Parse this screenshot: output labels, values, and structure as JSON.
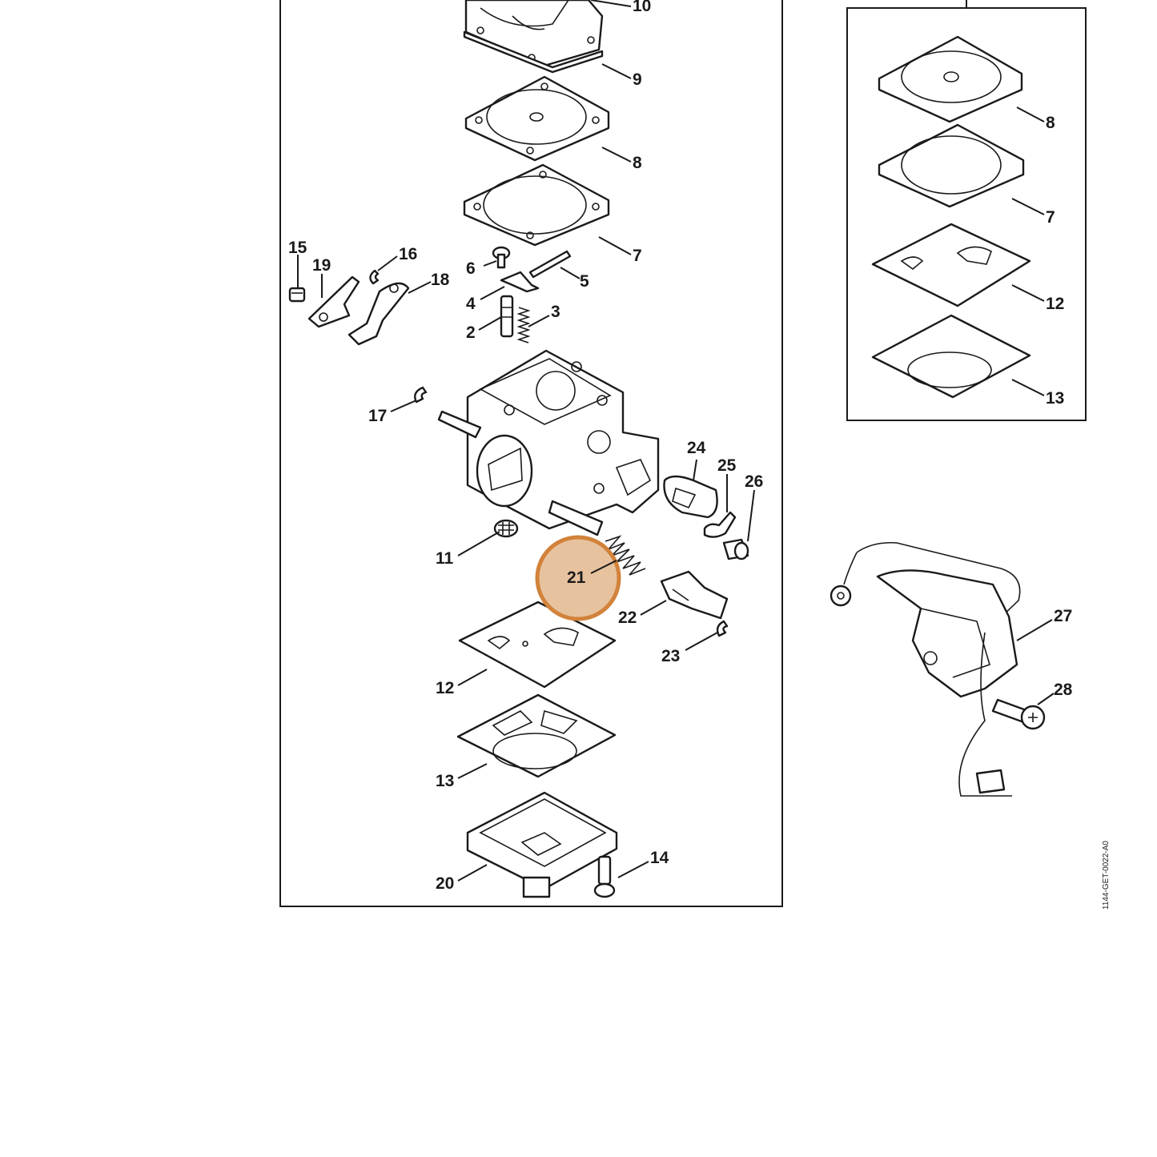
{
  "callouts": {
    "c2": "2",
    "c3": "3",
    "c4": "4",
    "c5": "5",
    "c6": "6",
    "c7": "7",
    "c8": "8",
    "c9": "9",
    "c10": "10",
    "c11": "11",
    "c12": "12",
    "c13": "13",
    "c14": "14",
    "c15": "15",
    "c16": "16",
    "c17": "17",
    "c18": "18",
    "c19": "19",
    "c20": "20",
    "c21": "21",
    "c22": "22",
    "c23": "23",
    "c24": "24",
    "c25": "25",
    "c26": "26",
    "c27": "27",
    "c28": "28",
    "inset_c7": "7",
    "inset_c8": "8",
    "inset_c12": "12",
    "inset_c13": "13"
  },
  "highlighted_part": "21",
  "document_id": "1144-GET-0022-A0",
  "colors": {
    "line": "#1a1a1a",
    "highlight_fill": "#e7c29e",
    "highlight_stroke": "#d2823a",
    "background": "#ffffff"
  }
}
